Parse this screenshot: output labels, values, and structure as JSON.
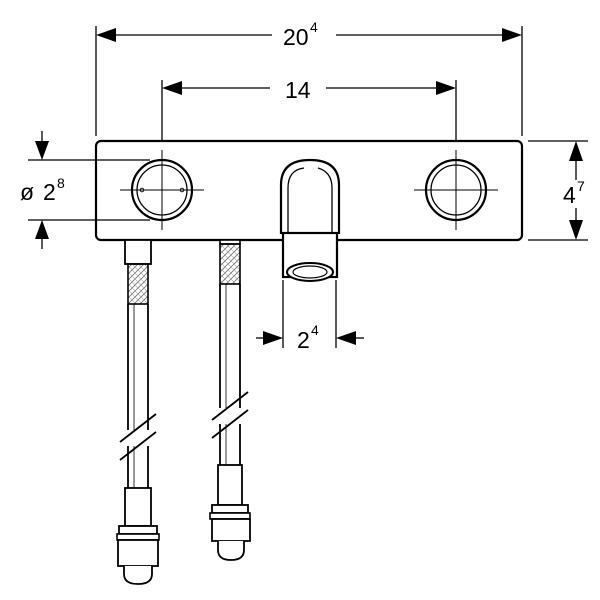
{
  "dimensions": {
    "overall_width": {
      "value": "20",
      "superscript": "4"
    },
    "handle_spacing": {
      "value": "14"
    },
    "handle_diameter": {
      "prefix": "ø",
      "value": "2",
      "superscript": "8"
    },
    "plate_height": {
      "value": "4",
      "superscript": "7"
    },
    "spout_diameter": {
      "value": "2",
      "superscript": "4"
    }
  },
  "colors": {
    "line": "#000000",
    "background": "#ffffff",
    "hatch": "#777777"
  }
}
